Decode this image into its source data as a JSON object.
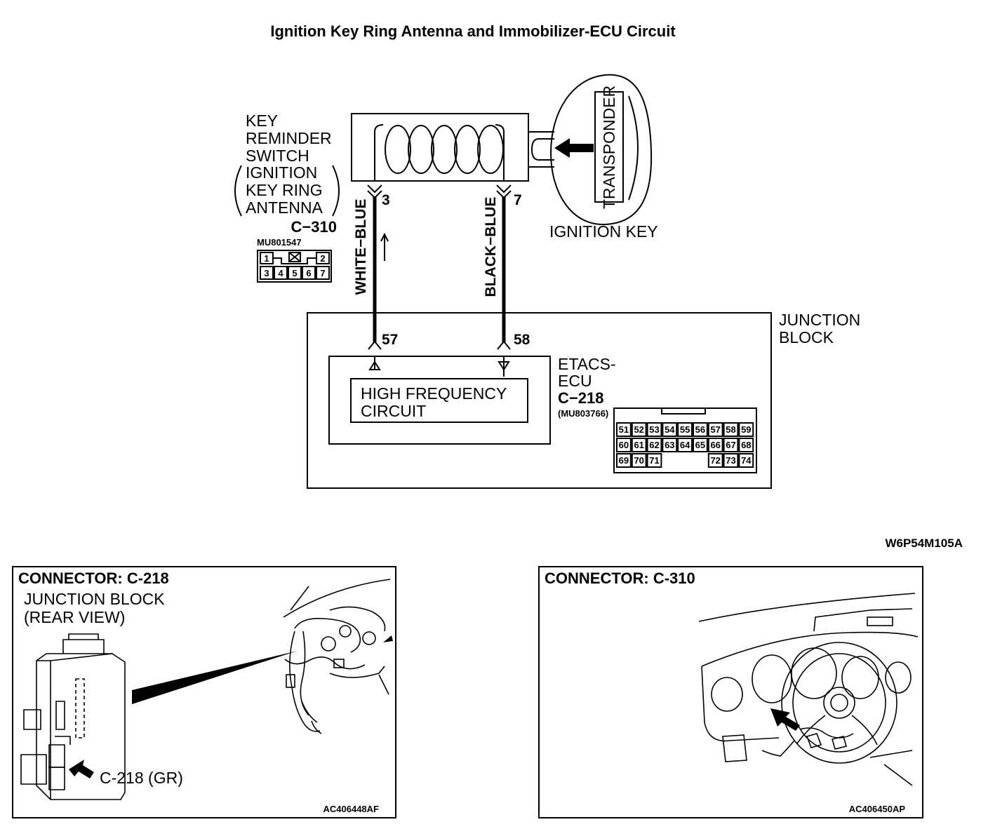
{
  "title": "Ignition Key Ring Antenna and Immobilizer-ECU Circuit",
  "antenna": {
    "label_lines": [
      "KEY",
      "REMINDER",
      "SWITCH",
      "IGNITION",
      "KEY RING",
      "ANTENNA"
    ],
    "connector": "C−310",
    "part_number": "MU801547",
    "pin_grid": {
      "top": [
        "1",
        "2"
      ],
      "bottom": [
        "3",
        "4",
        "5",
        "6",
        "7"
      ]
    }
  },
  "key": {
    "label": "IGNITION KEY",
    "transponder": "TRANSPONDER"
  },
  "wires": [
    {
      "color_label": "WHITE−BLUE",
      "pin_top": "3",
      "pin_bottom": "57"
    },
    {
      "color_label": "BLACK−BLUE",
      "pin_top": "7",
      "pin_bottom": "58"
    }
  ],
  "junction_block_lines": [
    "JUNCTION",
    "BLOCK"
  ],
  "ecu": {
    "label_lines": [
      "ETACS-",
      "ECU"
    ],
    "connector": "C−218",
    "part_number": "(MU803766)",
    "circuit_lines": [
      "HIGH FREQUENCY",
      "CIRCUIT"
    ],
    "pin_rows": [
      [
        "51",
        "52",
        "53",
        "54",
        "55",
        "56",
        "57",
        "58",
        "59"
      ],
      [
        "60",
        "61",
        "62",
        "63",
        "64",
        "65",
        "66",
        "67",
        "68"
      ],
      [
        "69",
        "70",
        "71",
        "",
        "",
        "",
        "72",
        "73",
        "74"
      ]
    ]
  },
  "figure_code": "W6P54M105A",
  "panels": [
    {
      "heading": "CONNECTOR: C-218",
      "sub_lines": [
        "JUNCTION BLOCK",
        "(REAR VIEW)"
      ],
      "callout": "C-218 (GR)",
      "code": "AC406448AF"
    },
    {
      "heading": "CONNECTOR: C-310",
      "code": "AC406450AP"
    }
  ]
}
